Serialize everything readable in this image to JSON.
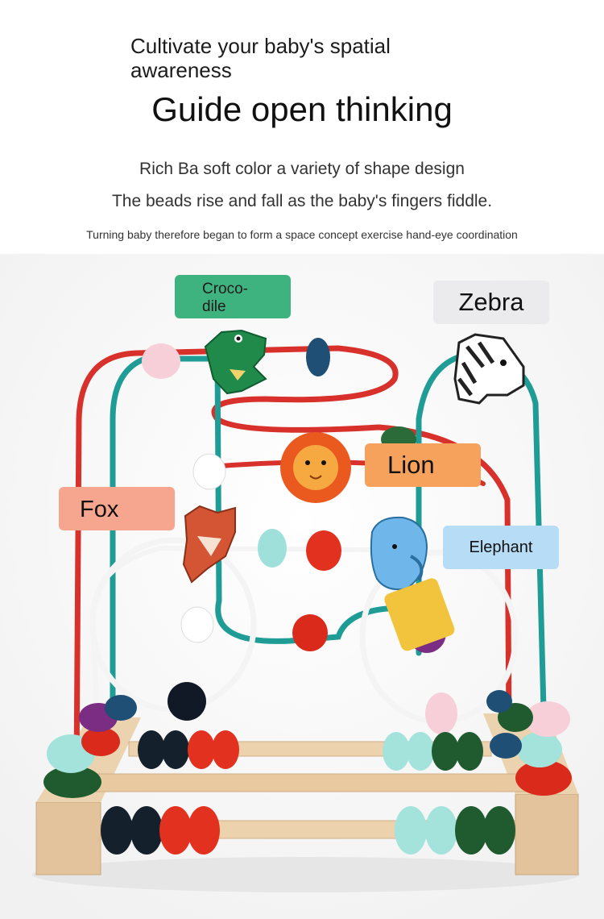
{
  "header": {
    "subtitle": "Cultivate your baby's spatial awareness",
    "title": "Guide open thinking",
    "line1": "Rich Ba soft color a variety of shape design",
    "line2": "The beads rise and fall as the baby's fingers fiddle.",
    "line3": "Turning baby therefore began to form a space concept exercise hand-eye coordination"
  },
  "labels": {
    "crocodile": "Croco-\ndile",
    "zebra": "Zebra",
    "lion": "Lion",
    "fox": "Fox",
    "elephant": "Elephant"
  },
  "colors": {
    "crocodile_label": "#3fb37f",
    "zebra_label": "#ebebee",
    "lion_label": "#f6a25c",
    "fox_label": "#f6a58f",
    "elephant_label": "#b7dcf5",
    "wood": "#e8c9a0",
    "wire_red": "#d8312b",
    "wire_teal": "#1f9c95",
    "wire_white": "#f4f4f4"
  }
}
